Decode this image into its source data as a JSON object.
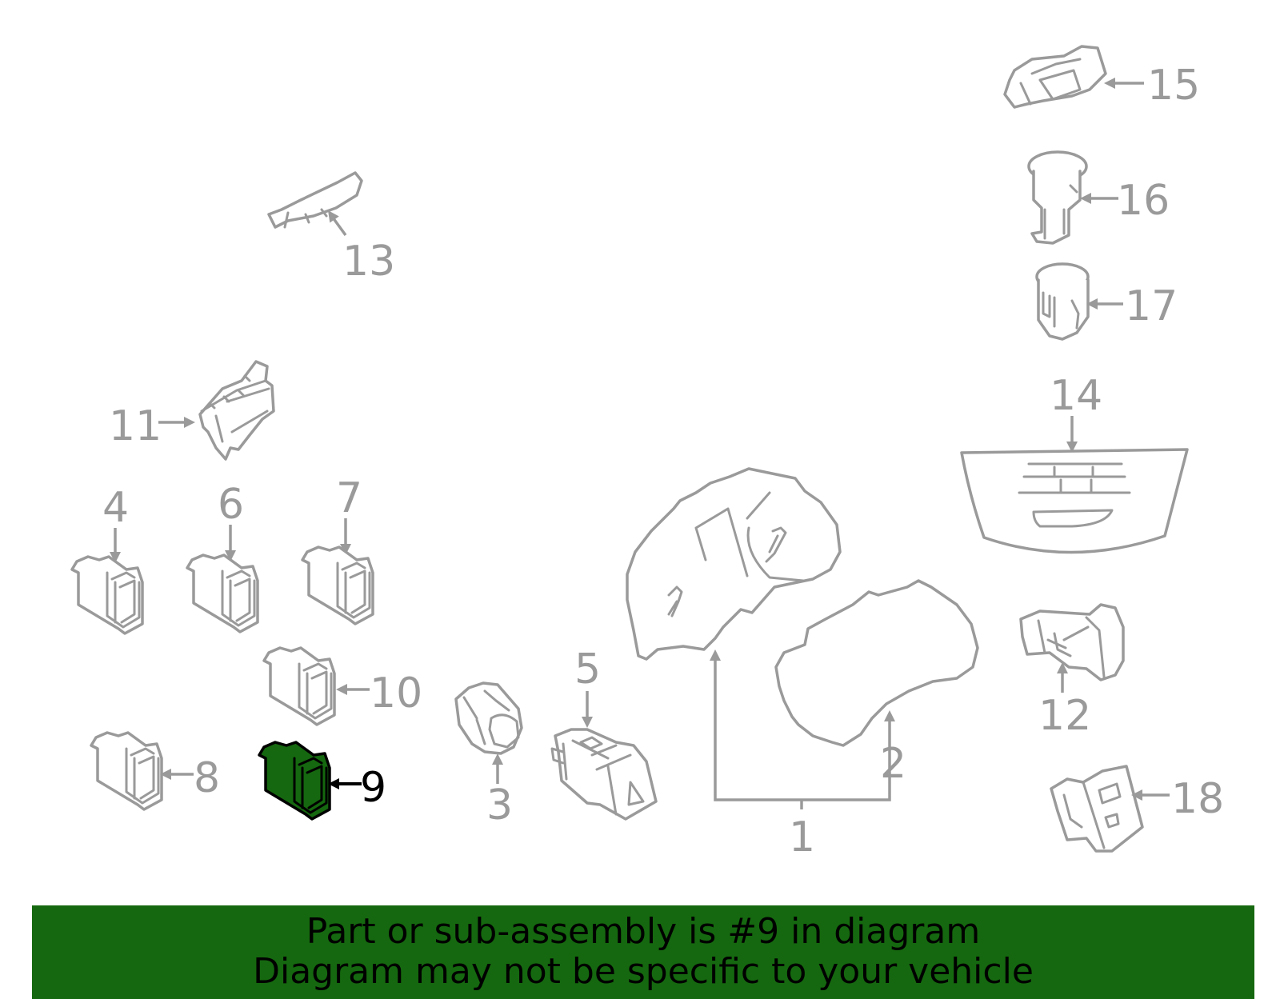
{
  "diagram": {
    "highlighted_part": "9",
    "callouts": [
      "1",
      "2",
      "3",
      "4",
      "5",
      "6",
      "7",
      "8",
      "9",
      "10",
      "11",
      "12",
      "13",
      "14",
      "15",
      "16",
      "17",
      "18"
    ]
  },
  "banner": {
    "line1": "Part or sub-assembly is #9 in diagram",
    "line2": "Diagram may not be specific to your vehicle"
  },
  "colors": {
    "line": "#9a9a9a",
    "highlight_fill": "#15680f",
    "banner": "#15680f",
    "text_dark": "#000000"
  }
}
